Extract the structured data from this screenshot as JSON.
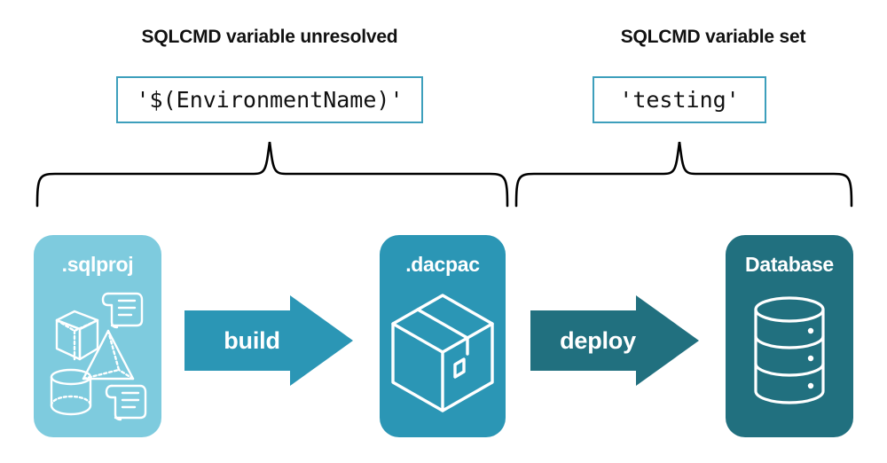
{
  "headings": {
    "left": "SQLCMD variable unresolved",
    "right": "SQLCMD variable set"
  },
  "code_values": {
    "left": "'$(EnvironmentName)'",
    "right": "'testing'"
  },
  "stages": [
    {
      "label": ".sqlproj",
      "color": "#7ecbde",
      "icons": [
        "cube-icon",
        "pyramid-icon",
        "cylinder-icon",
        "script-scroll-icon",
        "script-scroll-icon"
      ]
    },
    {
      "label": ".dacpac",
      "color": "#2b96b5",
      "icons": [
        "package-box-icon"
      ]
    },
    {
      "label": "Database",
      "color": "#21707f",
      "icons": [
        "database-cylinder-icon"
      ]
    }
  ],
  "arrows": [
    {
      "label": "build",
      "color": "#2b96b5"
    },
    {
      "label": "deploy",
      "color": "#21707f"
    }
  ],
  "colors": {
    "accent_border": "#3d9fbc",
    "light_teal": "#7ecbde",
    "mid_teal": "#2b96b5",
    "dark_teal": "#21707f",
    "brace_stroke": "#000000",
    "background": "#ffffff",
    "text": "#111111"
  }
}
